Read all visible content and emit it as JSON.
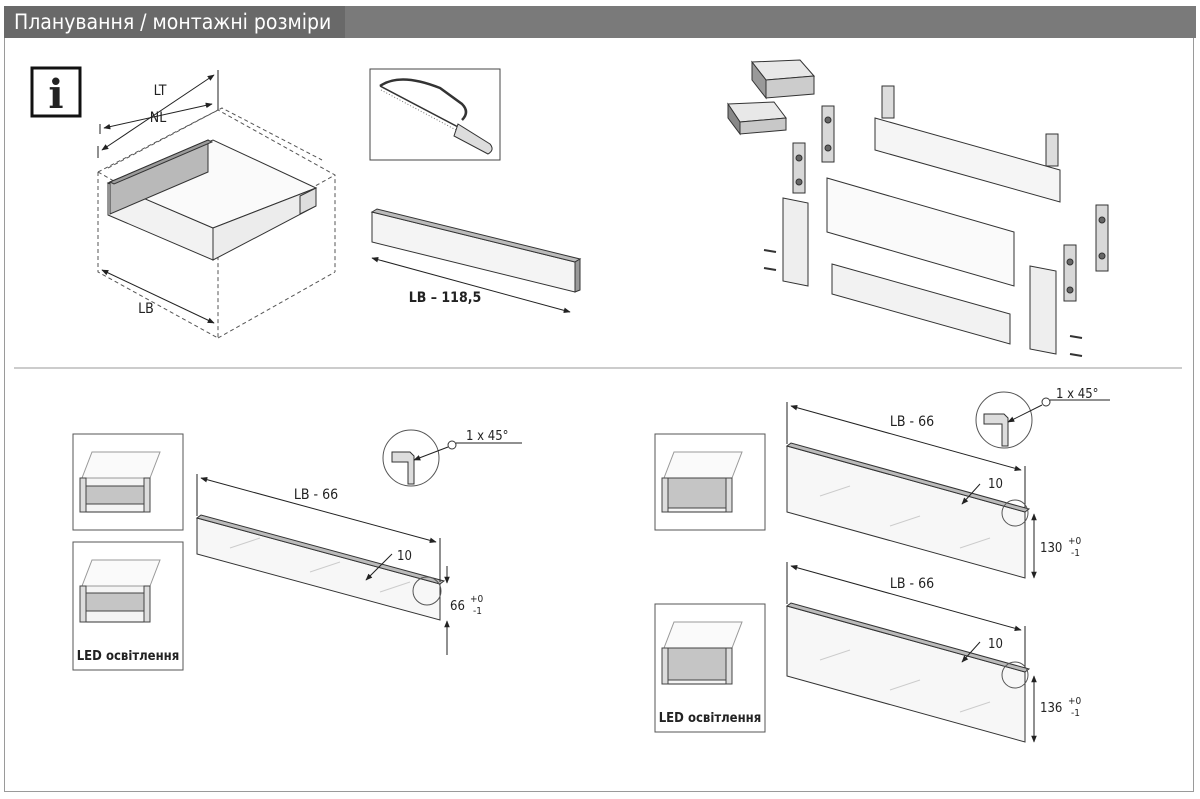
{
  "header": {
    "title": "Планування / монтажні розміри"
  },
  "top_left": {
    "info_icon": "i",
    "lt_label": "LT",
    "nl_label": "NL",
    "lb_label": "LB"
  },
  "top_middle": {
    "cut_label": "LB – 118,5"
  },
  "low_left": {
    "lb_label": "LB - 66",
    "chamfer_label": "1 x 45°",
    "thickness_label": "10",
    "height_value": "66",
    "tol_plus": "+0",
    "tol_minus": "-1",
    "led_label": "LED освітлення"
  },
  "low_right": {
    "top_lb_label": "LB - 66",
    "top_chamfer_label": "1 x 45°",
    "top_thickness_label": "10",
    "top_height_value": "130",
    "top_tol_plus": "+0",
    "top_tol_minus": "-1",
    "bottom_lb_label": "LB - 66",
    "bottom_thickness_label": "10",
    "bottom_height_value": "136",
    "bottom_tol_plus": "+0",
    "bottom_tol_minus": "-1",
    "led_label": "LED освітлення"
  }
}
